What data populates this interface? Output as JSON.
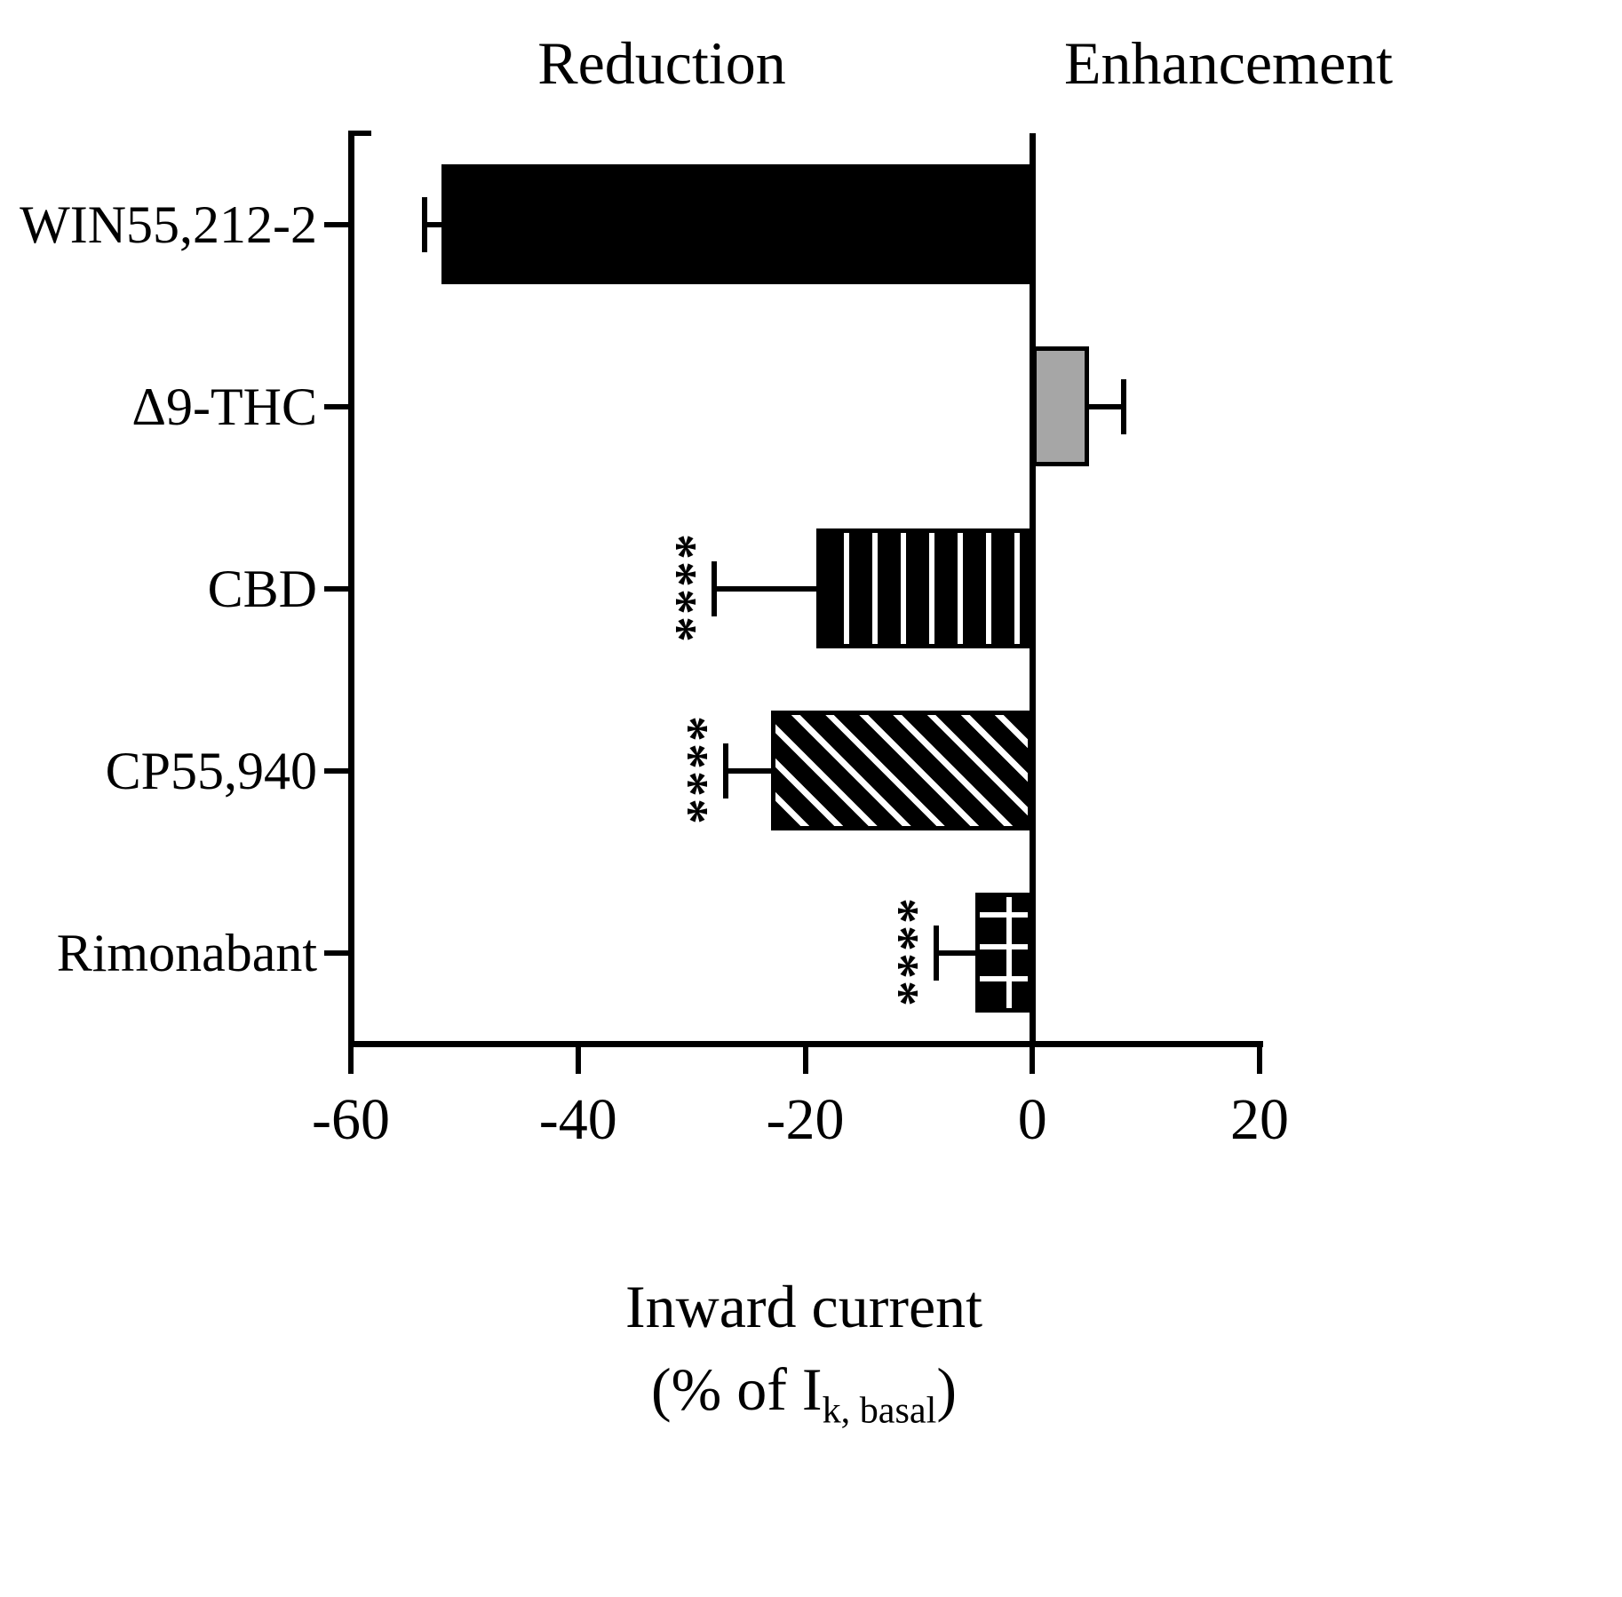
{
  "chart_data": {
    "type": "bar",
    "orientation": "horizontal",
    "top_labels": {
      "left": "Reduction",
      "right": "Enhancement"
    },
    "categories": [
      "WIN55,212-2",
      "Δ9-THC",
      "CBD",
      "CP55,940",
      "Rimonabant"
    ],
    "values": [
      -52,
      5,
      -19,
      -23,
      -5
    ],
    "errors": [
      1.5,
      3,
      9,
      4,
      3.5
    ],
    "significance": [
      "",
      "",
      "****",
      "****",
      "****"
    ],
    "bar_styles": [
      "solid",
      "gray",
      "vstripe",
      "dstripe",
      "grid"
    ],
    "xlim": [
      -60,
      20
    ],
    "xticks": [
      -60,
      -40,
      -20,
      0,
      20
    ],
    "xtick_labels": [
      "-60",
      "-40",
      "-20",
      "0",
      "20"
    ],
    "xlabel_line1": "Inward current",
    "xlabel_line2_prefix": "(% of I",
    "xlabel_sub": "k, basal",
    "xlabel_suffix": ")",
    "legend": "none",
    "grid": "off",
    "colors": {
      "bar_black": "#000000",
      "bar_gray": "#a6a6a6",
      "axis": "#000000",
      "background": "#ffffff"
    }
  }
}
